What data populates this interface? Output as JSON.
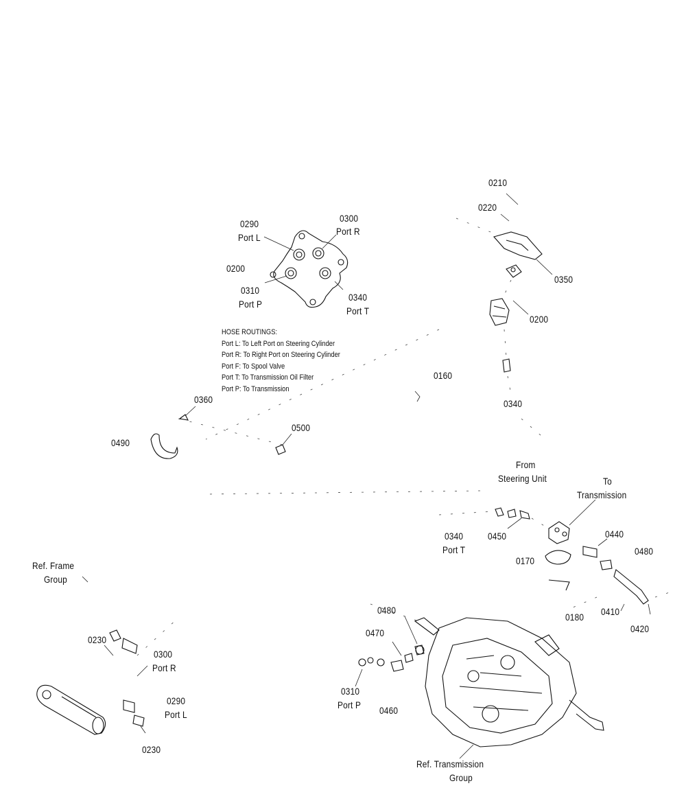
{
  "labels": {
    "l0210": "0210",
    "l0220": "0220",
    "l0300a": "0300",
    "portR_a": "Port R",
    "l0290a": "0290",
    "portL_a": "Port L",
    "l0200a": "0200",
    "l0310a": "0310",
    "portP_a": "Port P",
    "l0340a": "0340",
    "portT_a": "Port T",
    "l0350": "0350",
    "l0200b": "0200",
    "l0160": "0160",
    "l0340b": "0340",
    "l0360": "0360",
    "l0500": "0500",
    "l0490": "0490",
    "from1": "From",
    "from2": "Steering Unit",
    "to1": "To",
    "to2": "Transmission",
    "l0340c": "0340",
    "portT_c": "Port T",
    "l0450": "0450",
    "l0440": "0440",
    "l0480a": "0480",
    "l0170": "0170",
    "l0180": "0180",
    "l0410": "0410",
    "l0420": "0420",
    "refFrame1": "Ref. Frame",
    "refFrame2": "Group",
    "l0230a": "0230",
    "l0300b": "0300",
    "portR_b": "Port R",
    "l0290b": "0290",
    "portL_b": "Port L",
    "l0230b": "0230",
    "l0480b": "0480",
    "l0470": "0470",
    "l0310b": "0310",
    "portP_b": "Port P",
    "l0460": "0460",
    "refTrans1": "Ref. Transmission",
    "refTrans2": "Group"
  },
  "notes": {
    "title": "HOSE ROUTINGS:",
    "line1": "Port L: To Left Port on Steering Cylinder",
    "line2": "Port R: To Right Port on Steering Cylinder",
    "line3": "Port F: To Spool Valve",
    "line4": "Port T: To Transmission Oil Filter",
    "line5": "Port P: To Transmission"
  }
}
